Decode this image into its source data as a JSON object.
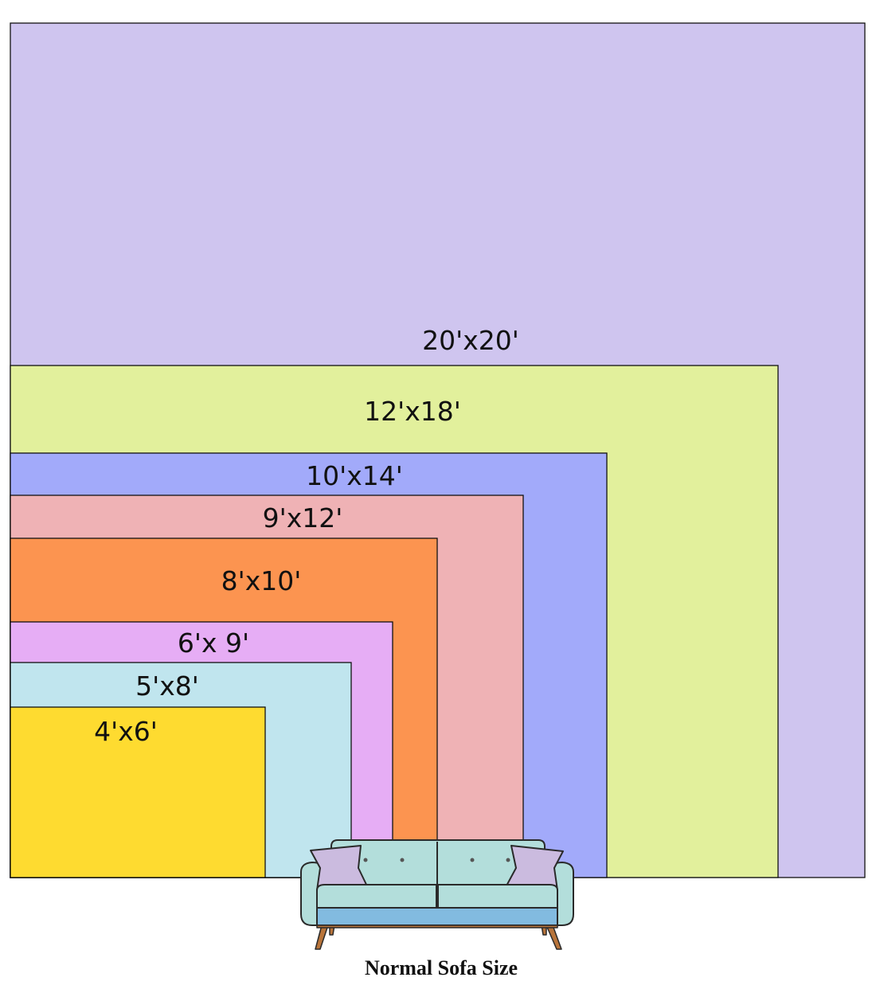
{
  "rugs": [
    {
      "label": "20'x20'",
      "color": "#cfc5ef"
    },
    {
      "label": "12'x18'",
      "color": "#e2f09c"
    },
    {
      "label": "10'x14'",
      "color": "#a2aafa"
    },
    {
      "label": "9'x12'",
      "color": "#efb2b5"
    },
    {
      "label": "8'x10'",
      "color": "#fc9450"
    },
    {
      "label": "6'x 9'",
      "color": "#e6adf5"
    },
    {
      "label": "5'x8'",
      "color": "#c0e5ee"
    },
    {
      "label": "4'x6'",
      "color": "#fedb30"
    }
  ],
  "sofa": {
    "icon": "sofa-icon",
    "caption": "Normal Sofa Size",
    "colors": {
      "body": "#b3dedb",
      "base": "#82bbe0",
      "pillow": "#cbbbdf",
      "legs": "#b8743a"
    }
  }
}
